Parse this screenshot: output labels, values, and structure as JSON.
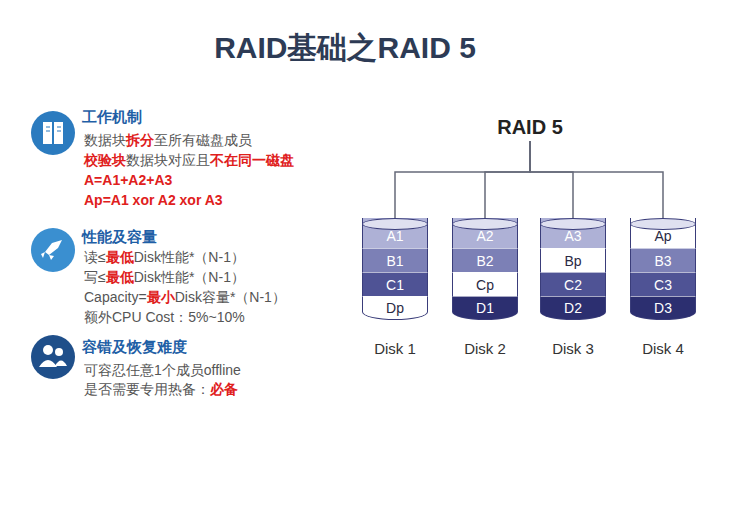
{
  "diagram": {
    "title": "RAID基础之RAID 5",
    "nodes": [
      {
        "text": [
          "RAID 5"
        ]
      },
      {
        "text": [
          "Disk 1"
        ]
      },
      {
        "text": [
          "A1"
        ],
        "in": 1
      },
      {
        "text": [
          "B1"
        ],
        "in": 1
      },
      {
        "text": [
          "C1"
        ],
        "in": 1
      },
      {
        "text": [
          "Dp"
        ],
        "in": 1
      },
      {
        "text": [
          "Disk 2"
        ]
      },
      {
        "text": [
          "A2"
        ],
        "in": 6
      },
      {
        "text": [
          "B2"
        ],
        "in": 6
      },
      {
        "text": [
          "Cp"
        ],
        "in": 6
      },
      {
        "text": [
          "D1"
        ],
        "in": 6
      },
      {
        "text": [
          "Disk 3"
        ]
      },
      {
        "text": [
          "A3"
        ],
        "in": 11
      },
      {
        "text": [
          "Bp"
        ],
        "in": 11
      },
      {
        "text": [
          "C2"
        ],
        "in": 11
      },
      {
        "text": [
          "D2"
        ],
        "in": 11
      },
      {
        "text": [
          "Disk 4"
        ]
      },
      {
        "text": [
          "Ap"
        ],
        "in": 16
      },
      {
        "text": [
          "B3"
        ],
        "in": 16
      },
      {
        "text": [
          "C3"
        ],
        "in": 16
      },
      {
        "text": [
          "D3"
        ],
        "in": 16
      }
    ],
    "edges": [
      {
        "from": 0,
        "to": 1,
        "arrow": "none"
      },
      {
        "from": 0,
        "to": 6,
        "arrow": "none"
      },
      {
        "from": 0,
        "to": 11,
        "arrow": "none"
      },
      {
        "from": 0,
        "to": 16,
        "arrow": "none"
      }
    ],
    "labels": [
      "工作机制",
      "数据块",
      "拆分",
      "至所有磁盘成员",
      "校验块",
      "数据块对应且",
      "不在同一磁盘",
      "A=A1+A2+A3",
      "Ap=A1 xor A2 xor A3",
      "性能及容量",
      "读≤",
      "最低",
      "Disk性能*（N-1）",
      "写≤",
      "最低",
      "Disk性能*（N-1）",
      "Capacity=",
      "最小",
      "Disk容量*（N-1）",
      "额外CPU Cost：5%~10%",
      "容错及恢复难度",
      "可容忍任意1个成员offline",
      "是否需要专用热备：",
      "必备"
    ]
  }
}
